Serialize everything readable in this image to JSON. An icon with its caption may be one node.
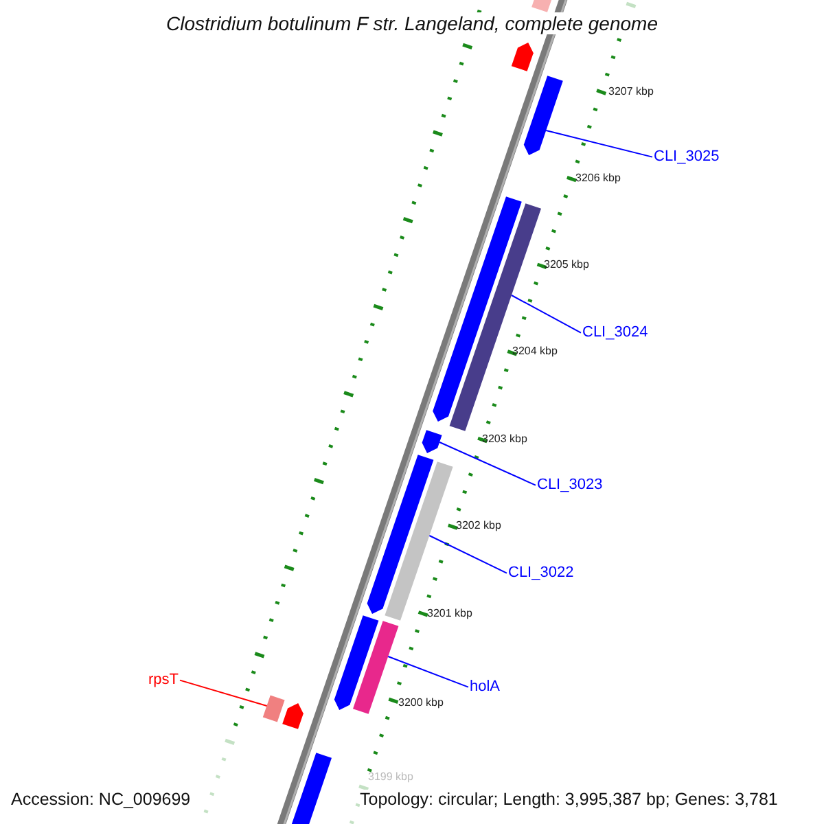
{
  "diagram": {
    "title": "Clostridium botulinum F str. Langeland, complete genome",
    "nodes": [
      {
        "text": [],
        "shape": "bar"
      },
      {
        "text": [],
        "shape": "bar"
      },
      {
        "text": [],
        "shape": "bar"
      },
      {
        "text": [
          "CLI_3025"
        ]
      },
      {
        "text": [],
        "shape": "bar"
      },
      {
        "text": [],
        "shape": "bar"
      },
      {
        "text": [
          "CLI_3024"
        ]
      },
      {
        "text": [],
        "shape": "bar"
      },
      {
        "text": [],
        "shape": "bar"
      },
      {
        "text": [],
        "shape": "bar"
      },
      {
        "text": [
          "CLI_3023"
        ]
      },
      {
        "text": [
          "CLI_3022"
        ]
      },
      {
        "text": [],
        "shape": "bar"
      },
      {
        "text": [],
        "shape": "bar"
      },
      {
        "text": [
          "rpsT"
        ]
      },
      {
        "text": [
          "holA"
        ]
      },
      {
        "text": [],
        "shape": "bar"
      },
      {
        "text": [],
        "shape": "bar"
      },
      {
        "text": [],
        "shape": "bar"
      }
    ],
    "edges": [
      {
        "from": 3,
        "to": 2,
        "arrow": "none"
      },
      {
        "from": 6,
        "to": 5,
        "arrow": "none"
      },
      {
        "from": 10,
        "to": 7,
        "arrow": "none"
      },
      {
        "from": 11,
        "to": 9,
        "arrow": "none"
      },
      {
        "from": 14,
        "to": 16,
        "arrow": "none",
        "color": "#ff0000"
      },
      {
        "from": 15,
        "to": 13,
        "arrow": "none"
      }
    ],
    "labels": [
      "3207 kbp",
      "3206 kbp",
      "3205 kbp",
      "3204 kbp",
      "3203 kbp",
      "3202 kbp",
      "3201 kbp",
      "3200 kbp",
      "3199 kbp",
      "Accession: NC_009699",
      "Topology: circular; Length: 3,995,387 bp; Genes: 3,781"
    ]
  }
}
